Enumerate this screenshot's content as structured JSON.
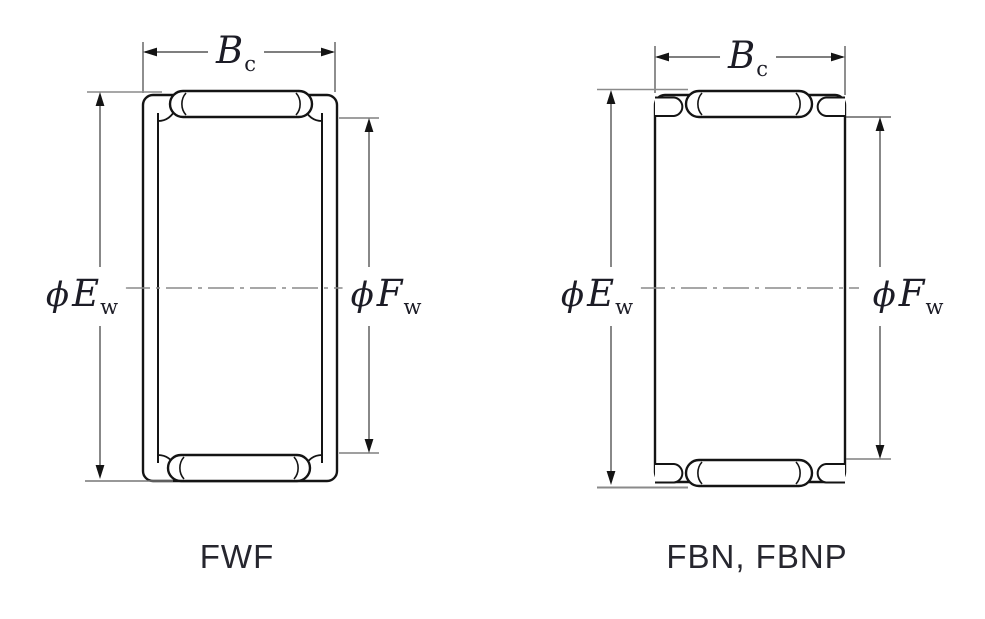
{
  "page": {
    "background": "#ffffff"
  },
  "figures": [
    {
      "caption": "FWF",
      "width_dim": {
        "base": "B",
        "sub": "c"
      },
      "outer_dim": {
        "phi": "ϕ",
        "base": "E",
        "sub": "w"
      },
      "inner_dim": {
        "phi": "ϕ",
        "base": "F",
        "sub": "w"
      }
    },
    {
      "caption": "FBN, FBNP",
      "width_dim": {
        "base": "B",
        "sub": "c"
      },
      "outer_dim": {
        "phi": "ϕ",
        "base": "E",
        "sub": "w"
      },
      "inner_dim": {
        "phi": "ϕ",
        "base": "F",
        "sub": "w"
      }
    }
  ],
  "colors": {
    "outline": "#141414",
    "dimension_line": "#555555",
    "guide_line": "#8a8a8a",
    "label_text": "#1c1c26",
    "caption_text": "#26262e"
  }
}
